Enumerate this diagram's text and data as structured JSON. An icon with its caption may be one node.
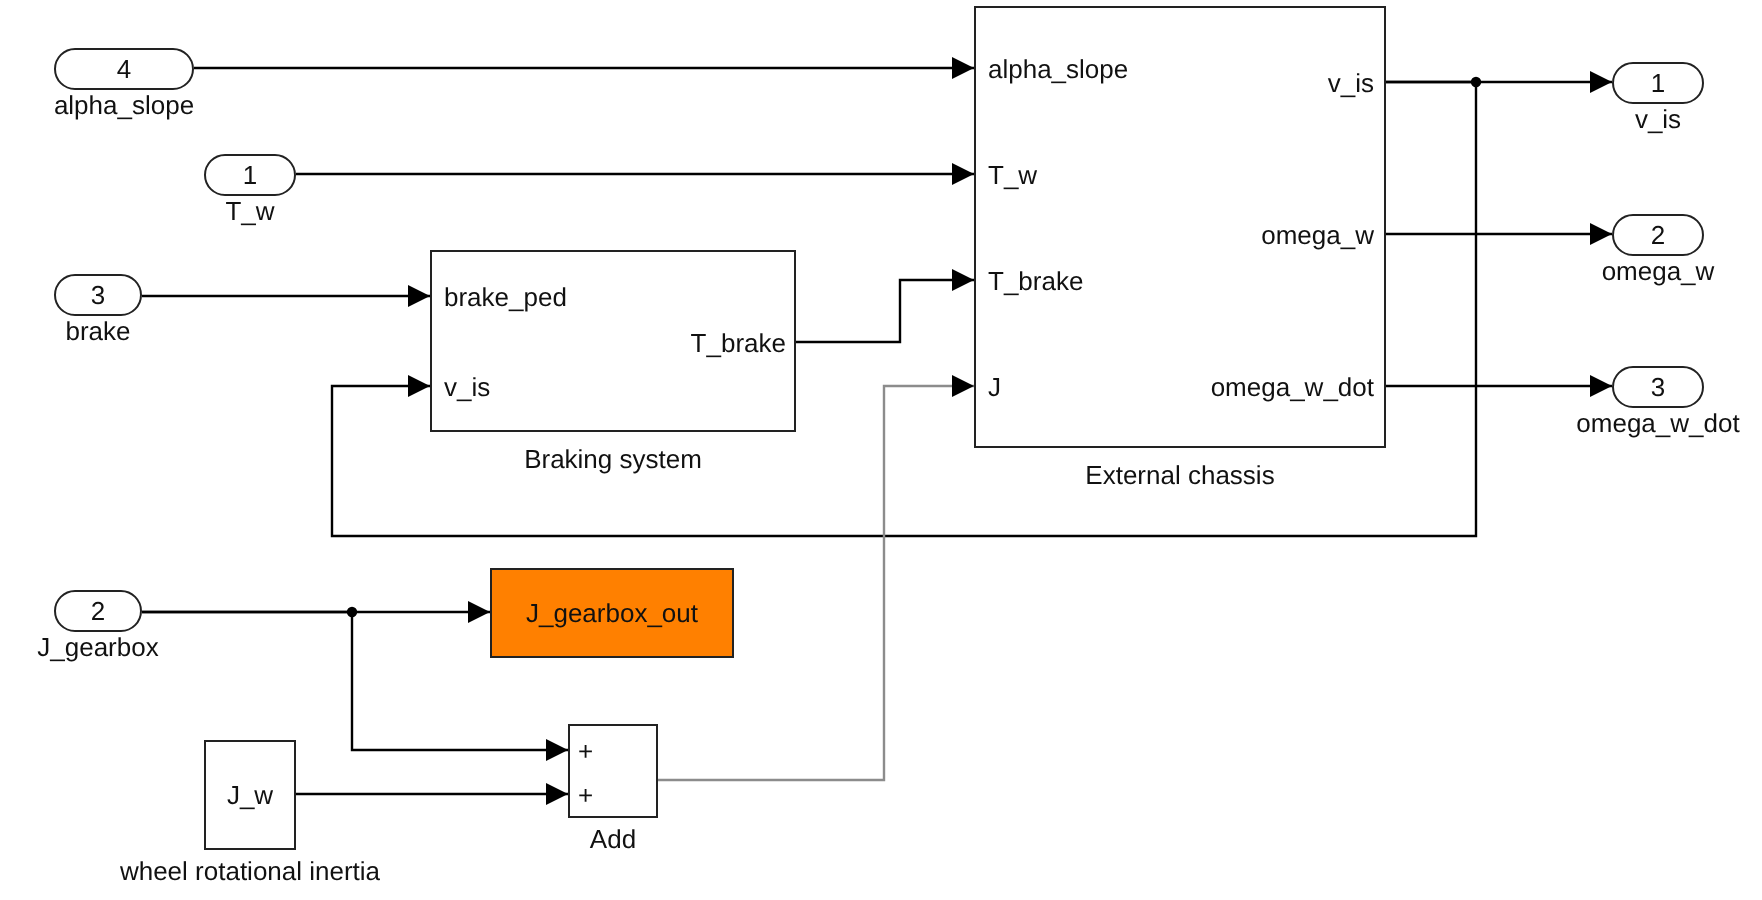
{
  "diagram": {
    "nodes": [
      {
        "text": [
          "4"
        ],
        "beside": [
          "alpha_slope"
        ]
      },
      {
        "text": [
          "1"
        ],
        "beside": [
          "T_w"
        ]
      },
      {
        "text": [
          "3"
        ],
        "beside": [
          "brake"
        ]
      },
      {
        "text": [
          "brake_ped",
          "v_is",
          "T_brake"
        ],
        "beside": [
          "Braking system"
        ]
      },
      {
        "text": [
          "alpha_slope",
          "T_w",
          "T_brake",
          "J",
          "v_is",
          "omega_w",
          "omega_w_dot"
        ],
        "beside": [
          "External chassis"
        ]
      },
      {
        "text": [
          "1"
        ],
        "beside": [
          "v_is"
        ]
      },
      {
        "text": [
          "2"
        ],
        "beside": [
          "omega_w"
        ]
      },
      {
        "text": [
          "3"
        ],
        "beside": [
          "omega_w_dot"
        ]
      },
      {
        "text": [
          "2"
        ],
        "beside": [
          "J_gearbox"
        ]
      },
      {
        "text": [
          "J_gearbox_out"
        ]
      },
      {
        "text": [
          "J_w"
        ],
        "beside": [
          "wheel rotational inertia"
        ]
      },
      {
        "text": [
          "+",
          "+"
        ],
        "beside": [
          "Add"
        ]
      }
    ],
    "edges": [
      {
        "from": 0,
        "to": 4,
        "arrow": "to"
      },
      {
        "from": 1,
        "to": 4,
        "arrow": "to"
      },
      {
        "from": 2,
        "to": 3,
        "arrow": "to"
      },
      {
        "from": 3,
        "to": 4,
        "arrow": "to"
      },
      {
        "from": 4,
        "to": 5,
        "arrow": "to"
      },
      {
        "from": 4,
        "to": 6,
        "arrow": "to"
      },
      {
        "from": 4,
        "to": 7,
        "arrow": "to"
      },
      {
        "from": 4,
        "to": 3,
        "arrow": "to"
      },
      {
        "from": 8,
        "to": 9,
        "arrow": "to"
      },
      {
        "from": 8,
        "to": 11,
        "arrow": "to"
      },
      {
        "from": 10,
        "to": 11,
        "arrow": "to"
      },
      {
        "from": 11,
        "to": 4,
        "arrow": "to",
        "color": "#8c8c8c"
      }
    ]
  }
}
